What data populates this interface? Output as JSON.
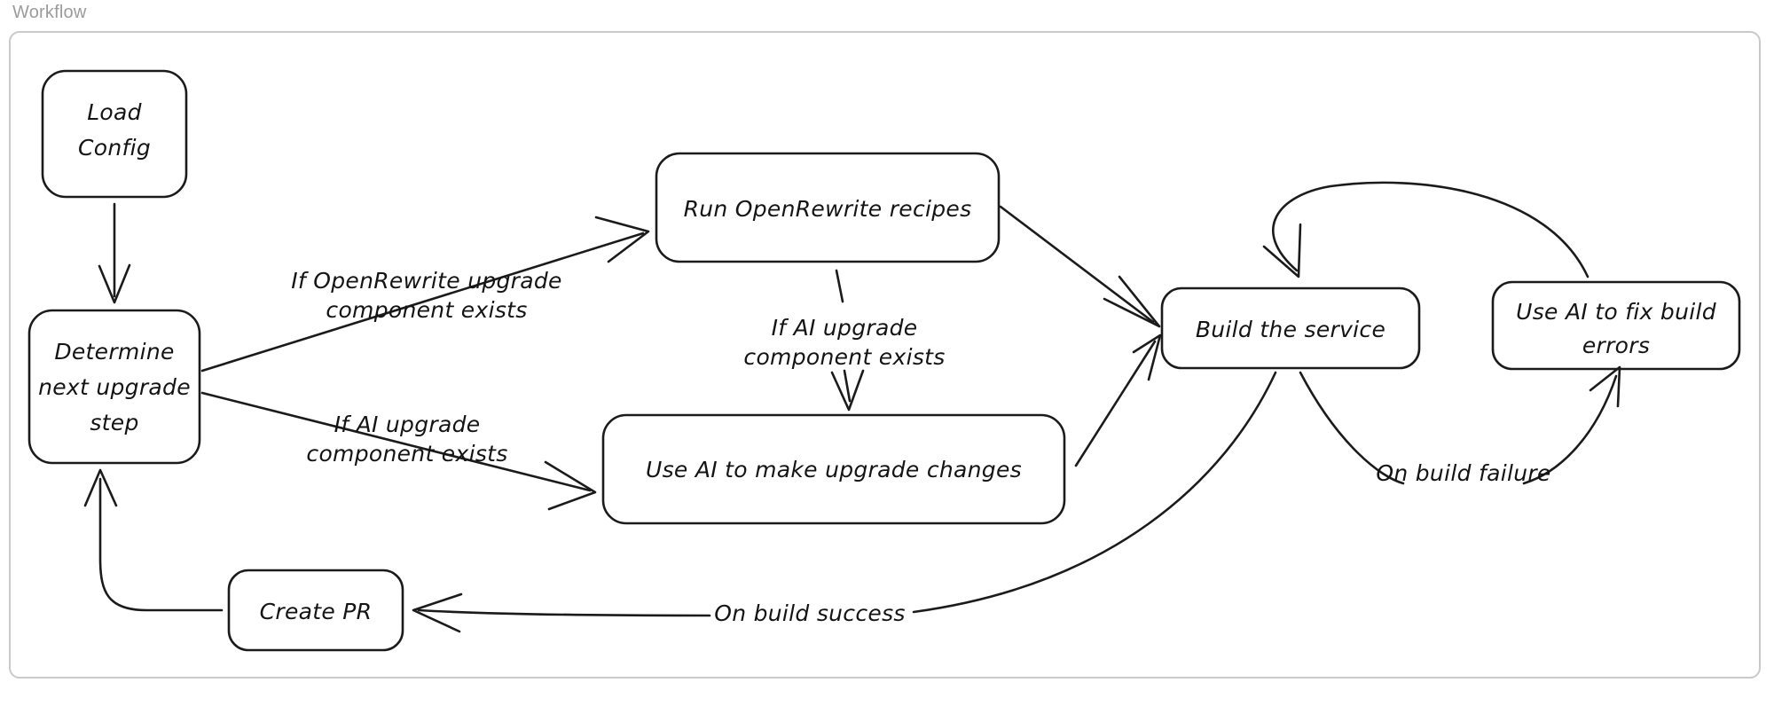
{
  "panel": {
    "title": "Workflow",
    "border_color": "#c9c9c9",
    "background": "#ffffff"
  },
  "diagram": {
    "ink_color": "#1b1b1b",
    "nodes": [
      {
        "id": "load-config",
        "label_line1": "Load",
        "label_line2": "Config",
        "label_line3": ""
      },
      {
        "id": "determine-step",
        "label_line1": "Determine",
        "label_line2": "next upgrade",
        "label_line3": "step"
      },
      {
        "id": "run-openrewrite",
        "label_line1": "Run OpenRewrite recipes",
        "label_line2": "",
        "label_line3": ""
      },
      {
        "id": "use-ai-changes",
        "label_line1": "Use AI to make upgrade changes",
        "label_line2": "",
        "label_line3": ""
      },
      {
        "id": "build-service",
        "label_line1": "Build the service",
        "label_line2": "",
        "label_line3": ""
      },
      {
        "id": "use-ai-fix-errors",
        "label_line1": "Use AI to fix build",
        "label_line2": "errors",
        "label_line3": ""
      },
      {
        "id": "create-pr",
        "label_line1": "Create PR",
        "label_line2": "",
        "label_line3": ""
      }
    ],
    "edge_labels": [
      {
        "id": "openrewrite-cond",
        "line1": "If OpenRewrite upgrade",
        "line2": "component exists"
      },
      {
        "id": "ai-cond-left",
        "line1": "If AI upgrade",
        "line2": "component exists"
      },
      {
        "id": "ai-cond-center",
        "line1": "If AI upgrade",
        "line2": "component exists"
      },
      {
        "id": "build-failure",
        "line1": "On build failure",
        "line2": ""
      },
      {
        "id": "build-success",
        "line1": "On build success",
        "line2": ""
      }
    ]
  }
}
